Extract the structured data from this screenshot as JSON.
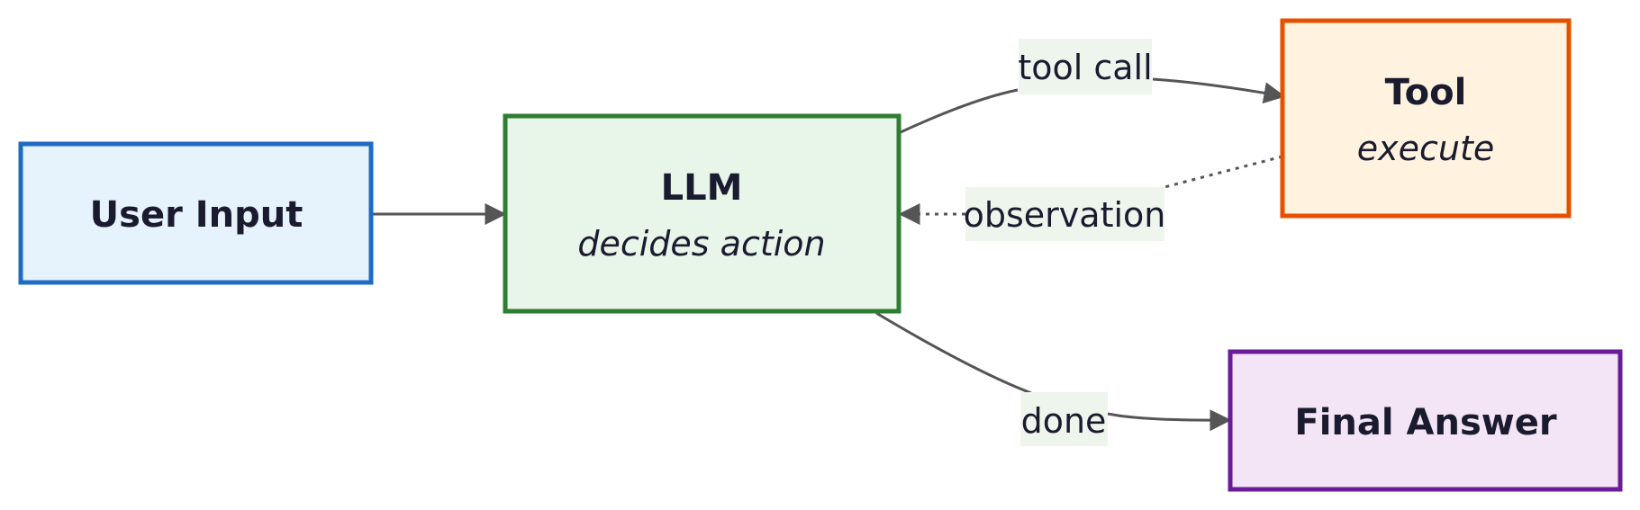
{
  "nodes": {
    "user_input": {
      "title": "User Input",
      "subtitle": "",
      "fill": "#e6f2fc",
      "stroke": "#1f6bc4"
    },
    "llm": {
      "title": "LLM",
      "subtitle": "decides action",
      "fill": "#e8f5e9",
      "stroke": "#2e7d32"
    },
    "tool": {
      "title": "Tool",
      "subtitle": "execute",
      "fill": "#fff3e0",
      "stroke": "#e65100"
    },
    "final_answer": {
      "title": "Final Answer",
      "subtitle": "",
      "fill": "#f3e5f5",
      "stroke": "#6a1b9a"
    }
  },
  "edges": {
    "input_to_llm": {
      "label": "",
      "style": "solid"
    },
    "tool_call": {
      "label": "tool call",
      "style": "solid"
    },
    "observation": {
      "label": "observation",
      "style": "dotted"
    },
    "done": {
      "label": "done",
      "style": "solid"
    }
  },
  "colors": {
    "edge": "#555555",
    "edge_label_bg": "#eef5ec",
    "text": "#1b1b2f"
  }
}
